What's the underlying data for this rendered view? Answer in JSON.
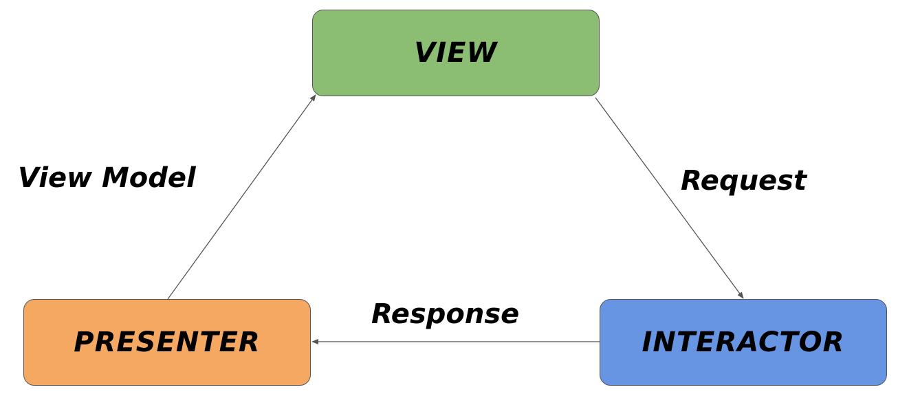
{
  "nodes": {
    "view": {
      "label": "VIEW",
      "color": "#8bbe72"
    },
    "presenter": {
      "label": "PRESENTER",
      "color": "#f4a862"
    },
    "interactor": {
      "label": "INTERACTOR",
      "color": "#6795e3"
    }
  },
  "edges": {
    "view_model": {
      "label": "View Model",
      "from": "presenter",
      "to": "view"
    },
    "request": {
      "label": "Request",
      "from": "view",
      "to": "interactor"
    },
    "response": {
      "label": "Response",
      "from": "interactor",
      "to": "presenter"
    }
  },
  "colors": {
    "edge": "#555555"
  }
}
